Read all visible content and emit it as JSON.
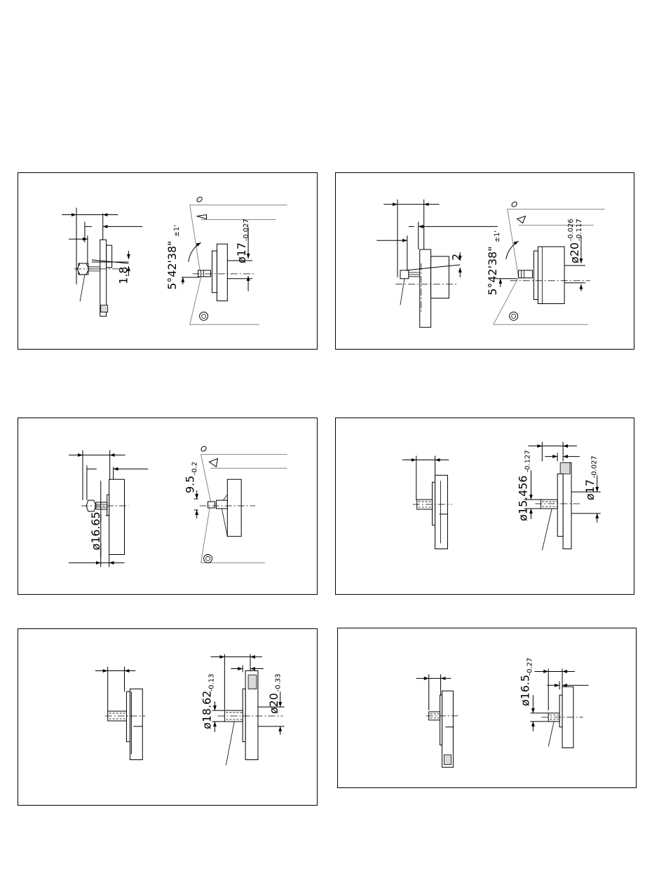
{
  "panels": [
    {
      "id": "p1",
      "labels": {
        "angle": "5°42'38\"",
        "angle_tol": "±1'",
        "dia": "ø17",
        "dia_tol": "-0.027",
        "depth": "1.8"
      }
    },
    {
      "id": "p2",
      "labels": {
        "angle": "5°42'38\"",
        "angle_tol": "±1'",
        "dia": "ø20",
        "dia_tol_upper": "-0.026",
        "dia_tol_lower": "-0.117",
        "depth": "2"
      }
    },
    {
      "id": "p3",
      "labels": {
        "len": "9.5",
        "len_tol": "-0.2",
        "dia": "ø16.65"
      }
    },
    {
      "id": "p4",
      "labels": {
        "dia_small": "ø15.456",
        "dia_small_tol": "-0.127",
        "dia_large": "ø17",
        "dia_large_tol": "-0.027"
      }
    },
    {
      "id": "p5",
      "labels": {
        "dia_small": "ø18.62",
        "dia_small_tol": "-0.13",
        "dia_large": "ø20",
        "dia_large_tol": "-0.33"
      }
    },
    {
      "id": "p6",
      "labels": {
        "dia": "ø16.5",
        "dia_tol": "-0.27"
      }
    }
  ]
}
